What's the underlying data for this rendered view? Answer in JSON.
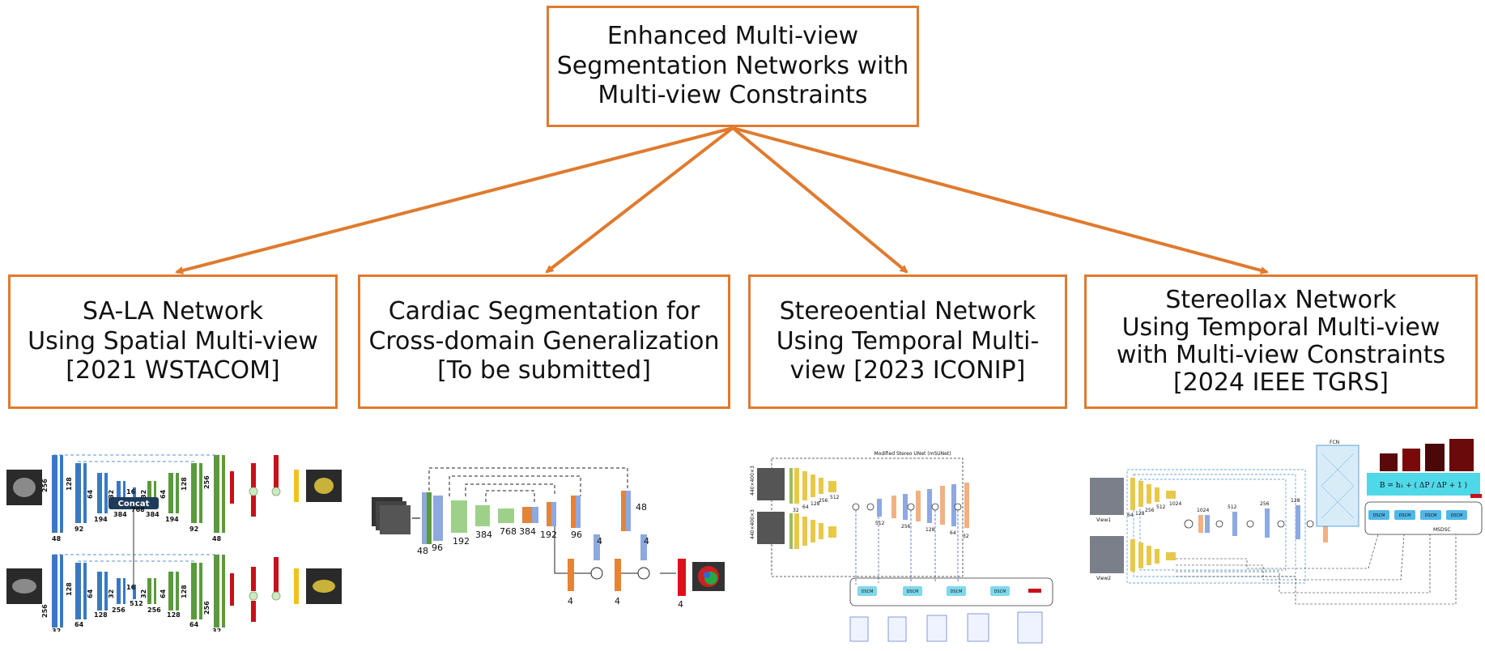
{
  "root": {
    "lines": [
      "Enhanced Multi-view",
      "Segmentation Networks with",
      "Multi-view Constraints"
    ]
  },
  "children": [
    {
      "lines": [
        "SA-LA Network",
        "Using Spatial Multi-view",
        "[2021 WSTACOM]"
      ]
    },
    {
      "lines": [
        "Cardiac Segmentation for",
        "Cross-domain Generalization",
        "[To be submitted]"
      ]
    },
    {
      "lines": [
        "Stereoential Network",
        "Using Temporal Multi-",
        "view [2023 ICONIP]"
      ]
    },
    {
      "lines": [
        "Stereollax Network",
        "Using Temporal Multi-view",
        "with Multi-view Constraints",
        "[2024 IEEE TGRS]"
      ]
    }
  ],
  "figure1": {
    "concat_label": "Concat",
    "top_numbers": [
      "256",
      "48",
      "128",
      "92",
      "64",
      "194",
      "32",
      "384",
      "16",
      "768",
      "32",
      "384",
      "64",
      "194",
      "128",
      "92",
      "256",
      "48"
    ],
    "bottom_numbers": [
      "256",
      "32",
      "128",
      "64",
      "64",
      "128",
      "32",
      "256",
      "16",
      "512",
      "32",
      "256",
      "64",
      "128",
      "128",
      "64",
      "256",
      "32"
    ]
  },
  "figure2": {
    "numbers": [
      "48",
      "96",
      "192",
      "384",
      "768",
      "384",
      "192",
      "96",
      "48",
      "4",
      "4",
      "4",
      "4",
      "4"
    ]
  },
  "figure3": {
    "title": "Modified Stereo UNet (mSUNet)",
    "side_labels": [
      "440×400×3",
      "440×400×3"
    ],
    "enc_numbers": [
      "32",
      "64",
      "128",
      "256",
      "512"
    ],
    "dec_numbers": [
      "512",
      "256",
      "128",
      "64",
      "32"
    ],
    "module_label": "DSCM"
  },
  "figure4": {
    "view_labels": [
      "View1",
      "View2"
    ],
    "fcn_label": "FCN",
    "msdsc_label": "MSDSC",
    "formula": "B = h₁ + ( ΔP / ΔP + 1 )",
    "module_label": "DSCM",
    "enc_numbers": [
      "64",
      "128",
      "256",
      "512",
      "1024"
    ],
    "dec_numbers": [
      "1024",
      "512",
      "256",
      "128",
      "64"
    ]
  },
  "colors": {
    "accent": "#e07a2e",
    "blue": "#3a78c2",
    "green": "#5a9a3c",
    "red": "#c8101a",
    "yellow": "#f2c21b",
    "orange": "#e2843a",
    "lightblue": "#8ea8e0"
  }
}
